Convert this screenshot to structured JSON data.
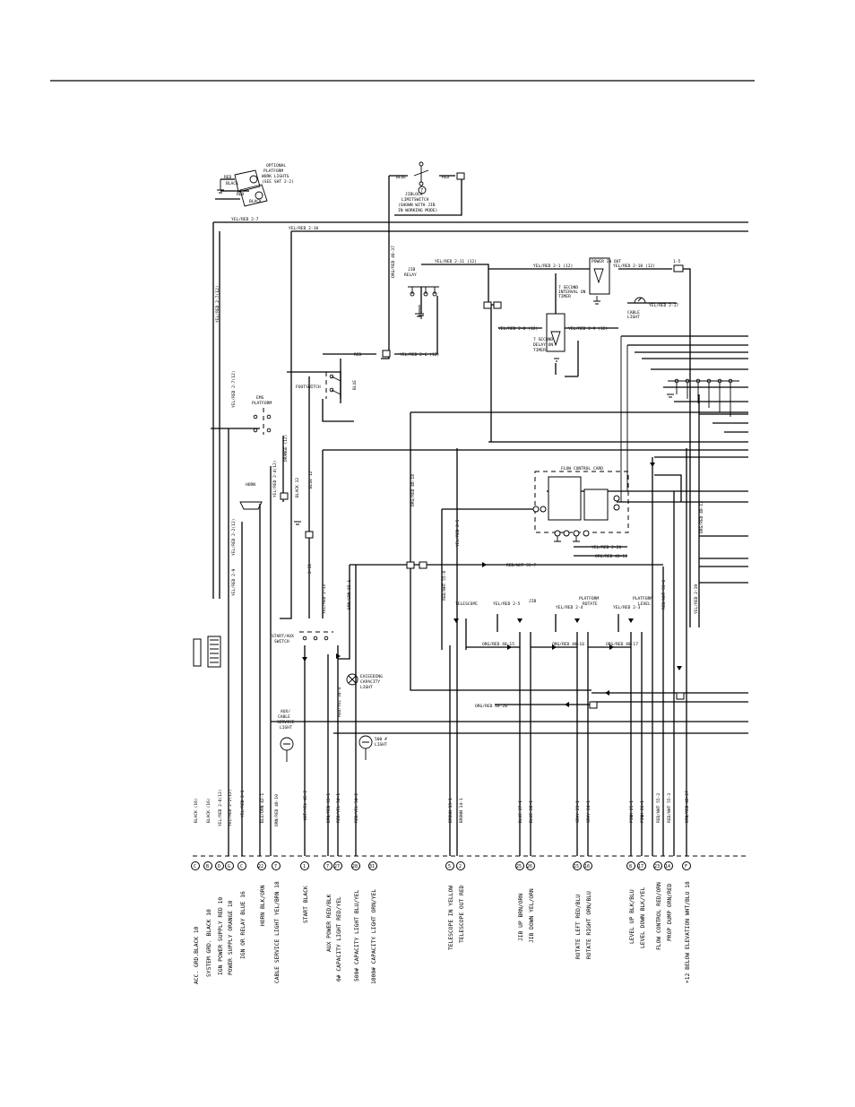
{
  "labels": {
    "optional_lights_1": "OPTIONAL",
    "optional_lights_2": "PLATFORM",
    "optional_lights_3": "WORK LIGHTS",
    "optional_lights_4": "(SEE SHT 2-2)",
    "red": "RED",
    "black": "BLACK",
    "blue": "BLUE",
    "jiblock_1": "JIBLOCK",
    "jiblock_2": "LIMITSWITCH",
    "jiblock_3": "(SHOWN WITH JIB",
    "jiblock_4": "IN WORKING MODE)",
    "yelred_2_7": "YEL/RED 2-7",
    "yelred_2_10": "YEL/RED 2-10",
    "jib_relay_1": "JIB",
    "jib_relay_2": "RELAY",
    "yelred_2_11": "YEL/RED 2-11 (12)",
    "yelred_2_1": "YEL/RED 2-1 (12)",
    "yelred_2_10b": "YEL/RED 2-10 (12)",
    "one_five": "1-5",
    "power_in_out": "POWER IN OUT",
    "seven_sec_1": "7 SECOND",
    "seven_sec_2": "INTERVAL ON",
    "seven_sec_3": "TIMER",
    "yelred_2_17": "YEL/RED 2-17",
    "cable_light_1": "CABLE",
    "cable_light_2": "LIGHT",
    "yelred_2_8": "YEL/RED 2-8 (12)",
    "yelred_2_9": "YEL/RED 2-9 (12)",
    "delay_1": "7 SECOND",
    "delay_2": "DELAY ON",
    "delay_3": "TIMER",
    "yelred_2_6": "YEL/RED 2-6 (12)",
    "footswitch": "FOOTSWITCH",
    "ems_1": "EMS",
    "ems_2": "PLATFORM",
    "horn": "HORN",
    "flow_card": "FLOW CONTROL CARD",
    "yelred_2_20": "YEL/RED 2-20",
    "orgred_48_12": "ORG/RED 48-12",
    "redwht_55_7": "RED/WHT 55-7",
    "telescope": "TELESCOPE",
    "jib": "JIB",
    "platform_rotate_1": "PLATFORM",
    "platform_rotate_2": "ROTATE",
    "platform_level_1": "PLATFORM",
    "platform_level_2": "LEVEL",
    "yelred_2_5": "YEL/RED 2-5",
    "yelred_2_4": "YEL/RED 2-4",
    "yelred_2_3": "YEL/RED 2-3",
    "orgred_48_15": "ORG/RED 48-15",
    "orgred_48_16": "ORG/RED 48-16",
    "orgred_48_17": "ORG/RED 48-17",
    "start_aux_1": "START/AUX",
    "start_aux_2": "SWITCH",
    "exceeding_1": "EXCEEDING",
    "exceeding_2": "CAPACITY",
    "exceeding_3": "LIGHT",
    "orgred_48_20": "ORG/RED 48-20",
    "aux_cable_1": "AUX/",
    "aux_cable_2": "CABLE",
    "aux_cable_3": "SERVICE",
    "aux_cable_4": "LIGHT",
    "five_hundred_1": "500 #",
    "five_hundred_2": "LIGHT"
  },
  "vlabels": {
    "yelred_27_12": "YEL/RED 2-7(12)",
    "orgred_48_37": "ORG/RED 48-37",
    "yelred_24_12": "YEL/RED 2-4(12)",
    "orange_12": "ORANGE (12)",
    "black_12": "BLACK 12",
    "blue_12": "BLUE 12",
    "yelred_22_12": "YEL/RED 2-2(12)",
    "yelred_2_9": "YEL/RED 2-9",
    "two_11": "2-11",
    "yelred_2_13": "YEL/RED 2-13",
    "brngrn_55_1": "BRN/GRN 55-1",
    "orgred_48_18": "ORG/RED 48-18",
    "yelred_2_5": "YEL/RED 2-5",
    "redwht_55_8": "RED/WHT 55-8",
    "redwht_55_6": "RED/WHT 55-6",
    "yelred_2_19": "YEL/RED 2-19",
    "orgred_48_13": "ORG/RED 48-13",
    "redyel_34_4": "RED/YEL 34-4"
  },
  "strip": [
    "BLACK (16)",
    "BLACK (16)",
    "YEL/RED 2-6(12)",
    "YEL/RED 2-2(12)",
    "YEL/RED 2-1",
    "BLU/ORN 42-1",
    "ORN/RED 48-10",
    "WHT/YEL 45-2",
    "BRN/RED 33-1",
    "RED/YEL 34-1",
    "RED/YEL 34-2",
    "BROWN 13-1",
    "BROWN 14-1",
    "BLUE 27-1",
    "BLUE 28-1",
    "GRAY 23-1",
    "GRAY 24-1",
    "PINK 25-1",
    "PINK 26-1",
    "RED/WHT 55-2",
    "RED/WHT 55-3",
    "ORN/RED 48-27"
  ],
  "terminals": [
    "C",
    "B",
    "D",
    "G",
    "C",
    "22",
    "7",
    "1",
    "7",
    "27",
    "28",
    "31",
    "5",
    "2",
    "25",
    "26",
    "15",
    "16",
    "8",
    "17",
    "23",
    "14",
    "F"
  ],
  "functions": [
    "ACC. GRD.BLACK 10",
    "SYSTEM GRD. BLACK 10",
    "IGN POWER SUPPLY RED 10",
    "POWER SUPPLY ORANGE 10",
    "IGN OR RELAY BLUE 16",
    "HORN BLK/ORN",
    "CABLE SERVICE LIGHT YEL/BRN 18",
    "START BLACK",
    "AUX POWER RED/BLK",
    "0# CAPACITY LIGHT RED/YEL",
    "500# CAPACITY LIGHT BLU/YEL",
    "1000# CAPACITY LIGHT ORN/YEL",
    "TELESCOPE IN YELLOW",
    "TELESCOPE OUT RED",
    "JIB UP BRN/ORN",
    "JIB DOWN YEL/ORN",
    "ROTATE LEFT RED/BLU",
    "ROTATE RIGHT ORN/BLU",
    "LEVEL UP BLK/BLU",
    "LEVEL DOWN BLK/YEL",
    "FLOW CONTROL RED/ORN",
    "PROP DUMP ORN/RED",
    "+12 BELOW ELEVATION WHT/BLU 18"
  ]
}
